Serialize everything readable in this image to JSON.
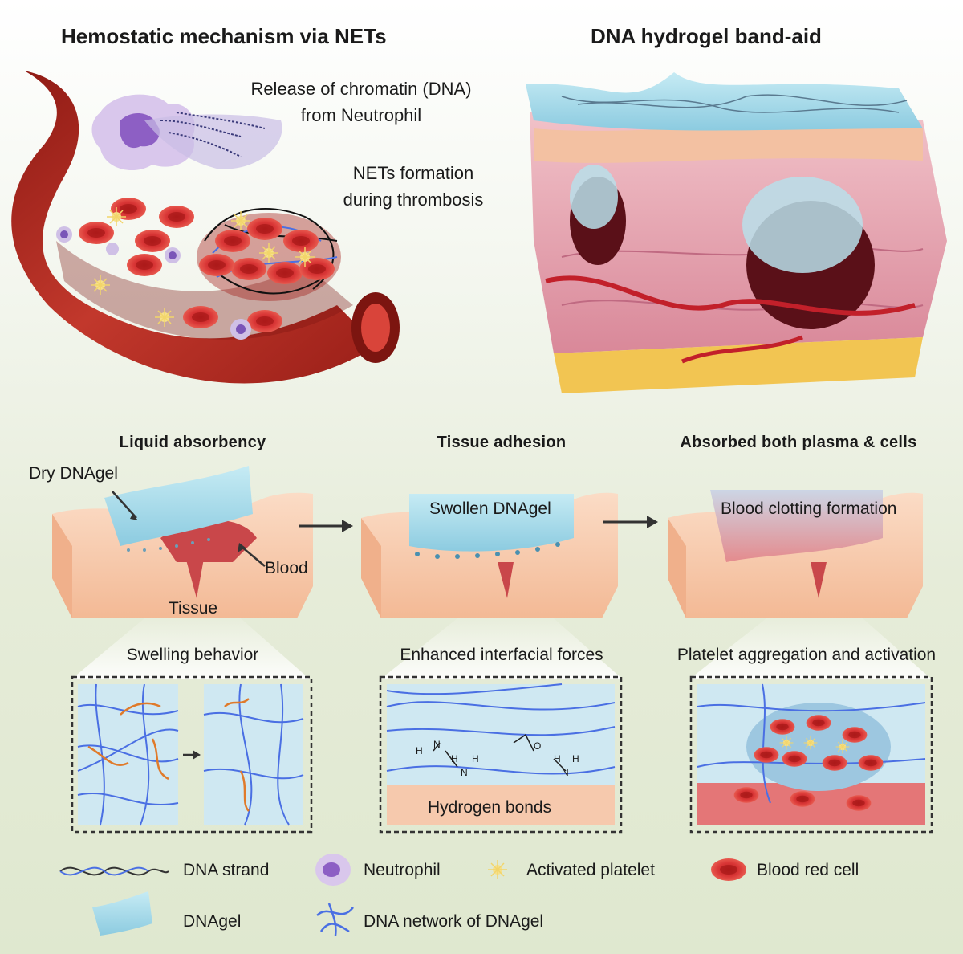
{
  "titles": {
    "left": "Hemostatic mechanism via NETs",
    "right": "DNA hydrogel band-aid"
  },
  "top_labels": {
    "release_line1": "Release of chromatin (DNA)",
    "release_line2": "from Neutrophil",
    "nets_line1": "NETs formation",
    "nets_line2": "during thrombosis"
  },
  "panels": [
    {
      "heading": "Liquid absorbency",
      "sublabel": "Swelling behavior"
    },
    {
      "heading": "Tissue adhesion",
      "sublabel": "Enhanced interfacial forces"
    },
    {
      "heading": "Absorbed both plasma & cells",
      "sublabel": "Platelet aggregation and activation"
    }
  ],
  "panel_labels": {
    "dry_dnagel": "Dry DNAgel",
    "blood": "Blood",
    "tissue": "Tissue",
    "swollen_dnagel": "Swollen DNAgel",
    "blood_clotting": "Blood clotting formation",
    "hydrogen_bonds": "Hydrogen bonds"
  },
  "chem_atoms": {
    "h": "H",
    "n": "N",
    "o": "O"
  },
  "legend": [
    {
      "label": "DNA strand",
      "icon": "dna-strand-icon"
    },
    {
      "label": "Neutrophil",
      "icon": "neutrophil-icon"
    },
    {
      "label": "Activated platelet",
      "icon": "platelet-icon"
    },
    {
      "label": "Blood red cell",
      "icon": "red-blood-cell-icon"
    },
    {
      "label": "DNAgel",
      "icon": "dnagel-icon"
    },
    {
      "label": "DNA network of DNAgel",
      "icon": "dna-network-icon"
    }
  ],
  "colors": {
    "vessel": "#b3261e",
    "rbc": "#d42b2b",
    "tissue": "#f7c8ac",
    "gel": "#a9d8e8",
    "dna_network": "#4a6fe3",
    "crosslink": "#e07a2a",
    "skin": "#e8a4b4",
    "fat": "#f2c552"
  }
}
